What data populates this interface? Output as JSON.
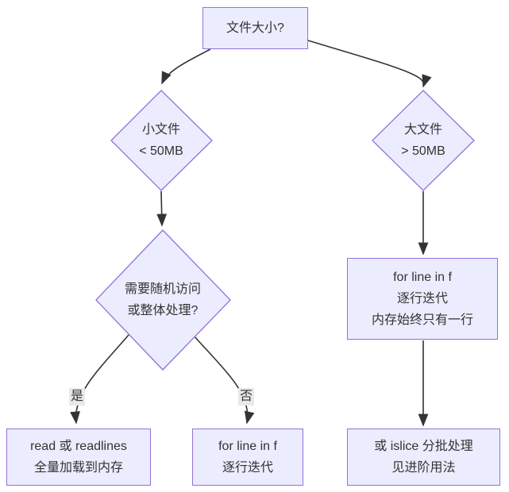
{
  "colors": {
    "node_fill": "#ECECFF",
    "node_border": "#9370DB",
    "edge": "#333333",
    "label_bg": "#e8e8e8",
    "text": "#333333"
  },
  "edge_labels": {
    "yes": "是",
    "no": "否"
  },
  "nodes": {
    "file_size": {
      "label": "文件大小?"
    },
    "small_file": {
      "line1": "小文件",
      "line2": "< 50MB"
    },
    "large_file": {
      "line1": "大文件",
      "line2": "> 50MB"
    },
    "random_access": {
      "line1": "需要随机访问",
      "line2": "或整体处理?"
    },
    "read_all": {
      "line1": "read 或 readlines",
      "line2": "全量加载到内存"
    },
    "iterate": {
      "line1": "for line in f",
      "line2": "逐行迭代"
    },
    "iterate_memory": {
      "line1": "for line in f",
      "line2": "逐行迭代",
      "line3": "内存始终只有一行"
    },
    "islice": {
      "line1": "或 islice 分批处理",
      "line2": "见进阶用法"
    }
  }
}
